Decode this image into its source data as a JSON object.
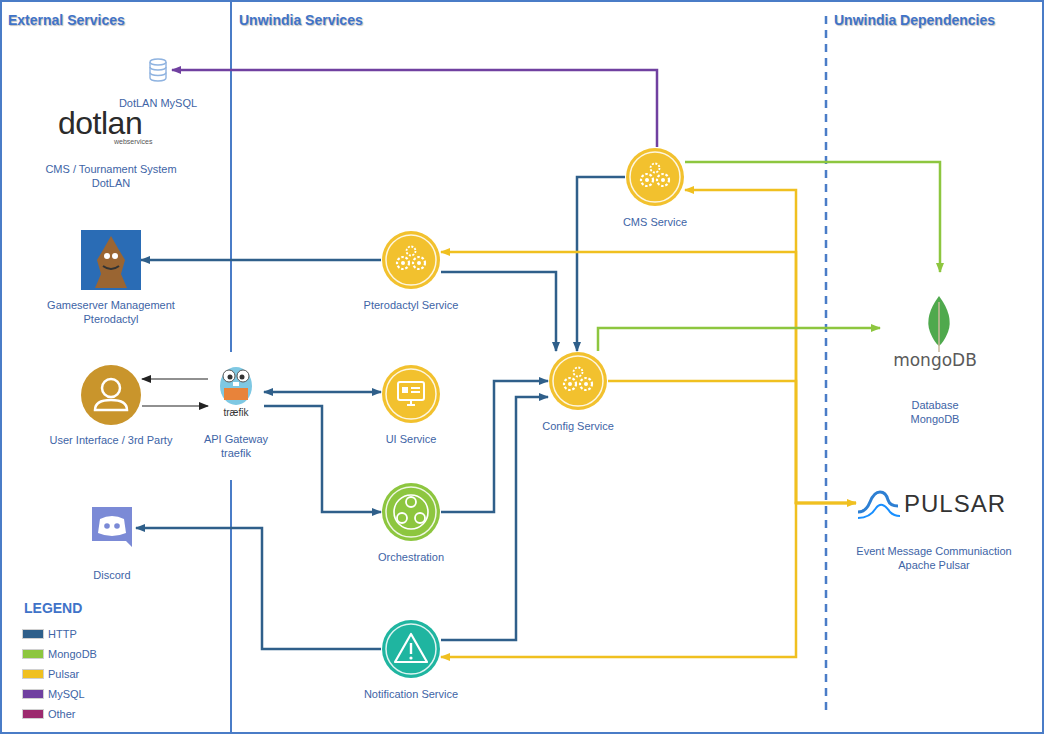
{
  "diagram": {
    "nodes": [
      {
        "text": [
          "External Services"
        ]
      },
      {
        "text": [
          "DotLAN MySQL"
        ],
        "in": 0
      },
      {
        "text": [
          "dotlan",
          "webservices",
          "CMS / Tournament System DotLAN"
        ],
        "in": 0
      },
      {
        "text": [
          "Gameserver Management Pterodactyl"
        ],
        "in": 0
      },
      {
        "text": [
          "User Interface / 3rd Party"
        ],
        "in": 0
      },
      {
        "text": [
          "Discord"
        ],
        "in": 0
      },
      {
        "text": [
          "Unwindia Services"
        ]
      },
      {
        "text": [
          "CMS Service"
        ],
        "in": 6
      },
      {
        "text": [
          "Pterodactyl Service"
        ],
        "in": 6
      },
      {
        "text": [
          "træfik",
          "API Gateway traefik"
        ]
      },
      {
        "text": [
          "UI Service"
        ],
        "in": 6
      },
      {
        "text": [
          "Config Service"
        ],
        "in": 6
      },
      {
        "text": [
          "Orchestration"
        ],
        "in": 6
      },
      {
        "text": [
          "Notification Service"
        ],
        "in": 6
      },
      {
        "text": [
          "Unwindia Dependencies"
        ]
      },
      {
        "text": [
          "mongoDB",
          "Database MongoDB"
        ],
        "in": 14
      },
      {
        "text": [
          "PULSAR",
          "Event Message Communiaction Apache Pulsar"
        ],
        "in": 14
      }
    ],
    "edges": [
      {
        "from": 7,
        "to": 1,
        "arrow": "to"
      },
      {
        "from": 7,
        "to": 15,
        "arrow": "to"
      },
      {
        "from": 7,
        "to": 11,
        "arrow": "to"
      },
      {
        "from": 11,
        "to": 16,
        "arrow": "to"
      },
      {
        "from": 16,
        "to": 7,
        "arrow": "to"
      },
      {
        "from": 16,
        "to": 8,
        "arrow": "to"
      },
      {
        "from": 16,
        "to": 13,
        "arrow": "to"
      },
      {
        "from": 8,
        "to": 3,
        "arrow": "to"
      },
      {
        "from": 8,
        "to": 11,
        "arrow": "to"
      },
      {
        "from": 11,
        "to": 15,
        "arrow": "to"
      },
      {
        "from": 9,
        "to": 4,
        "arrow": "to"
      },
      {
        "from": 4,
        "to": 9,
        "arrow": "to"
      },
      {
        "from": 9,
        "to": 10,
        "arrow": "both"
      },
      {
        "from": 9,
        "to": 12,
        "arrow": "to"
      },
      {
        "from": 12,
        "to": 11,
        "arrow": "to"
      },
      {
        "from": 13,
        "to": 11,
        "arrow": "to"
      },
      {
        "from": 13,
        "to": 5,
        "arrow": "to"
      }
    ],
    "labels": [
      "LEGEND"
    ],
    "legend": [
      {
        "text": "HTTP",
        "color": "#2f5f8a"
      },
      {
        "text": "MongoDB",
        "color": "#8dc63f"
      },
      {
        "text": "Pulsar",
        "color": "#f0c020"
      },
      {
        "text": "MySQL",
        "color": "#7040a0"
      },
      {
        "text": "Other",
        "color": "#9c2a6e"
      }
    ]
  }
}
